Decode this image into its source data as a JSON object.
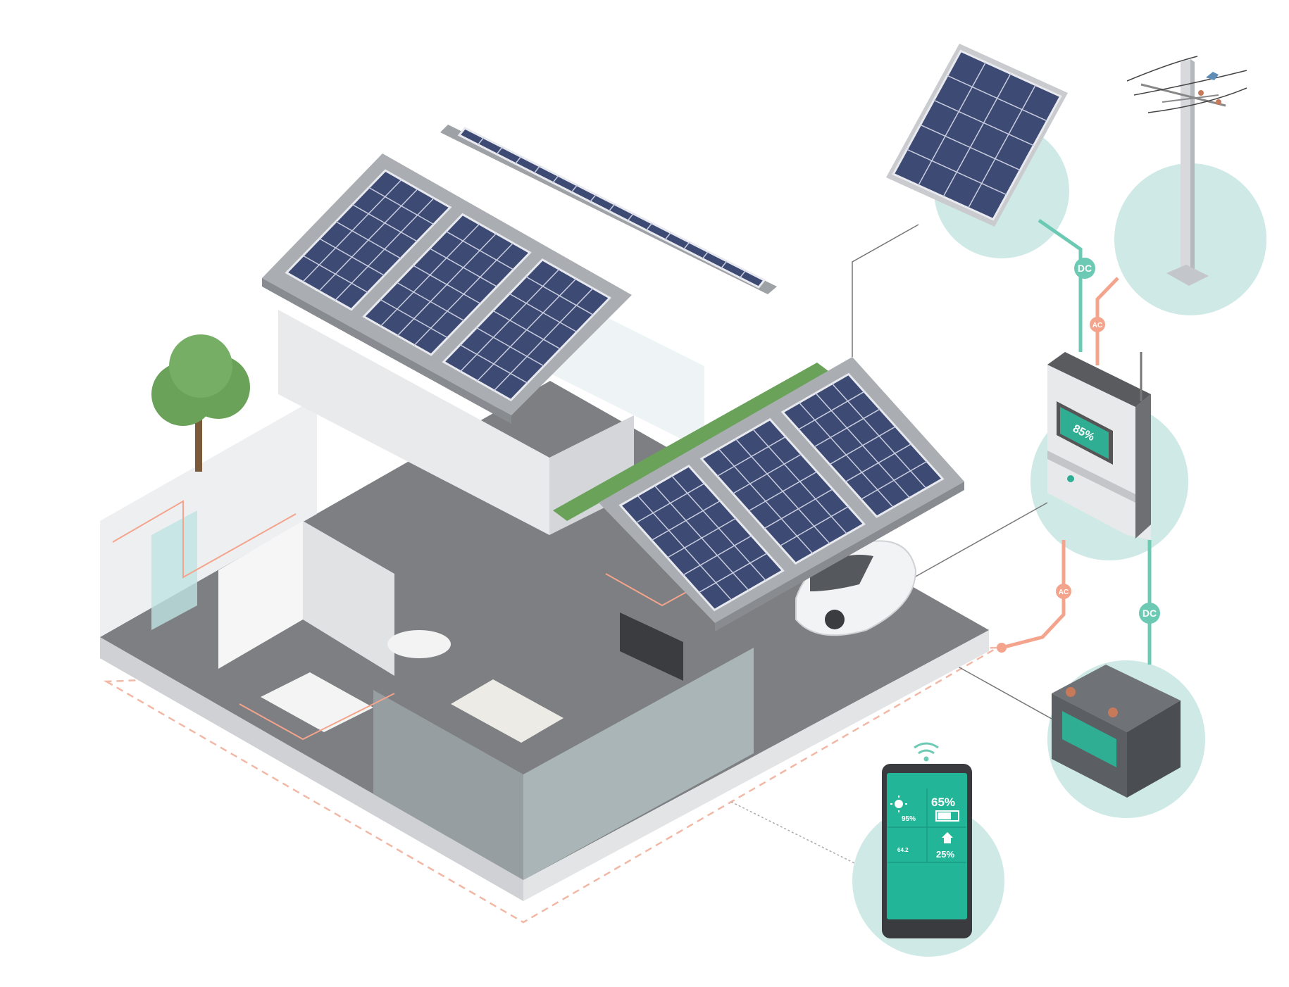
{
  "colors": {
    "teal": "#6cc9b3",
    "teal_circle": "#cfeae6",
    "ac_orange": "#f4a48c",
    "panel": "#3d4a73",
    "roof": "#a9adb1",
    "phone_screen": "#22b597",
    "floor": "#7d7f82"
  },
  "flow_labels": {
    "dc_top": "DC",
    "ac_top": "AC",
    "ac_bottom": "AC",
    "dc_bottom": "DC"
  },
  "inverter": {
    "display_value": "85%"
  },
  "phone": {
    "solar_value": "95%",
    "battery_value": "65%",
    "meter_value": "64.2",
    "home_value": "25%"
  },
  "icons": [
    "solar-panel-icon",
    "utility-pole-icon",
    "inverter-icon",
    "battery-icon",
    "smartphone-icon",
    "wifi-icon",
    "sun-icon",
    "home-icon",
    "tree-icon",
    "ev-car-icon"
  ]
}
